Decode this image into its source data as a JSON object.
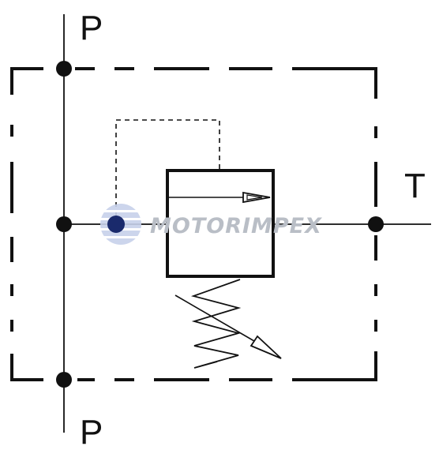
{
  "diagram": {
    "ports": {
      "p_top": "P",
      "p_bottom": "P",
      "t_right": "T"
    },
    "watermark": {
      "brand_text": "MOTORIMPEX",
      "globe_color": "#7b8fc7"
    },
    "colors": {
      "line": "#111111",
      "watermark_text": "#b9bec6"
    }
  }
}
